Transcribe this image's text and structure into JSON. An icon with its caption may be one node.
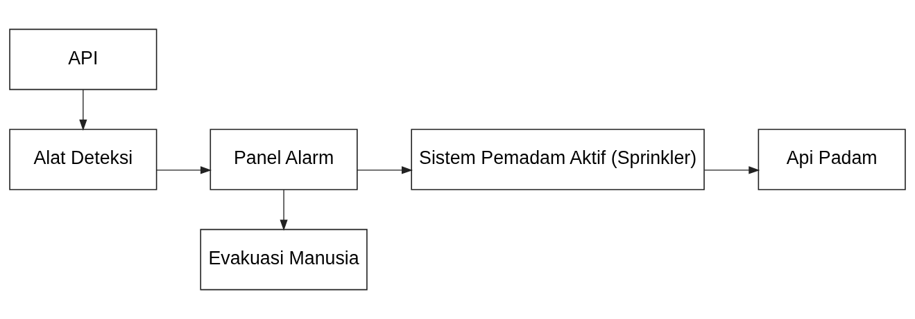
{
  "diagram": {
    "nodes": [
      {
        "text": [
          "API"
        ]
      },
      {
        "text": [
          "Alat Deteksi"
        ]
      },
      {
        "text": [
          "Panel Alarm"
        ]
      },
      {
        "text": [
          "Sistem Pemadam Aktif (Sprinkler)"
        ]
      },
      {
        "text": [
          "Api Padam"
        ]
      },
      {
        "text": [
          "Evakuasi Manusia"
        ]
      }
    ],
    "edges": [
      {
        "from": 0,
        "to": 1,
        "arrow": "to"
      },
      {
        "from": 1,
        "to": 2,
        "arrow": "to"
      },
      {
        "from": 2,
        "to": 3,
        "arrow": "to"
      },
      {
        "from": 2,
        "to": 5,
        "arrow": "to"
      },
      {
        "from": 3,
        "to": 4,
        "arrow": "to"
      }
    ]
  }
}
